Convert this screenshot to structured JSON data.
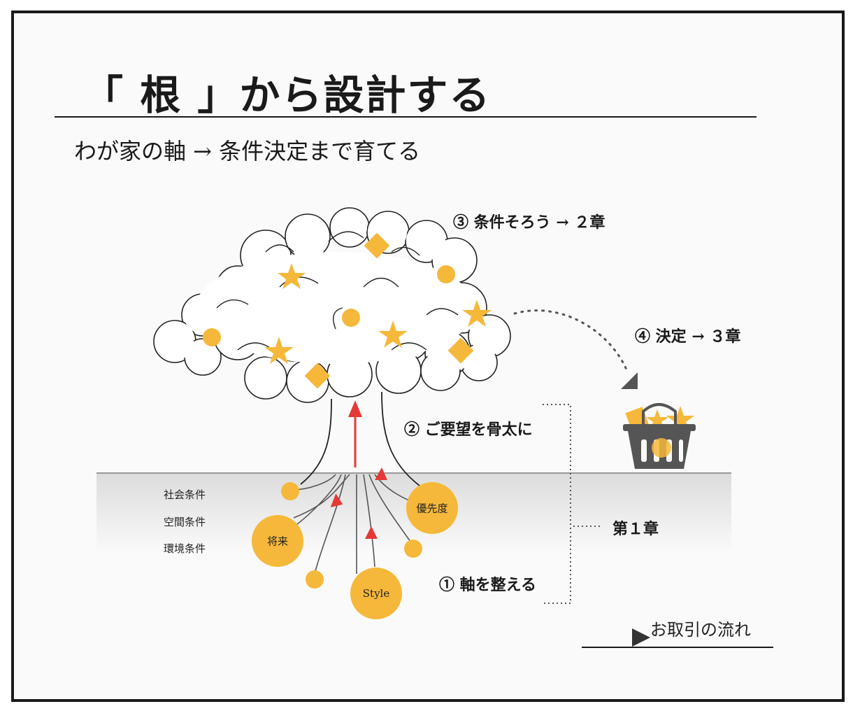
{
  "header": {
    "title": "「 根 」から設計する",
    "subtitle": "わが家の軸 → 条件決定まで育てる"
  },
  "steps": {
    "step1": "① 軸を整える",
    "step2": "② ご要望を骨太に",
    "step3": "③ 条件そろう → ２章",
    "step4": "④ 決定 → ３章"
  },
  "chapter1": "第１章",
  "conditions": [
    "社会条件",
    "空間条件",
    "環境条件"
  ],
  "root_nodes": {
    "future": "将来",
    "priority": "優先度",
    "style": "Style"
  },
  "flow_link": {
    "label": "お取引の流れ"
  },
  "colors": {
    "accent": "#f6b83a",
    "arrow": "#e53935",
    "line": "#222222",
    "basket": "#555555"
  }
}
